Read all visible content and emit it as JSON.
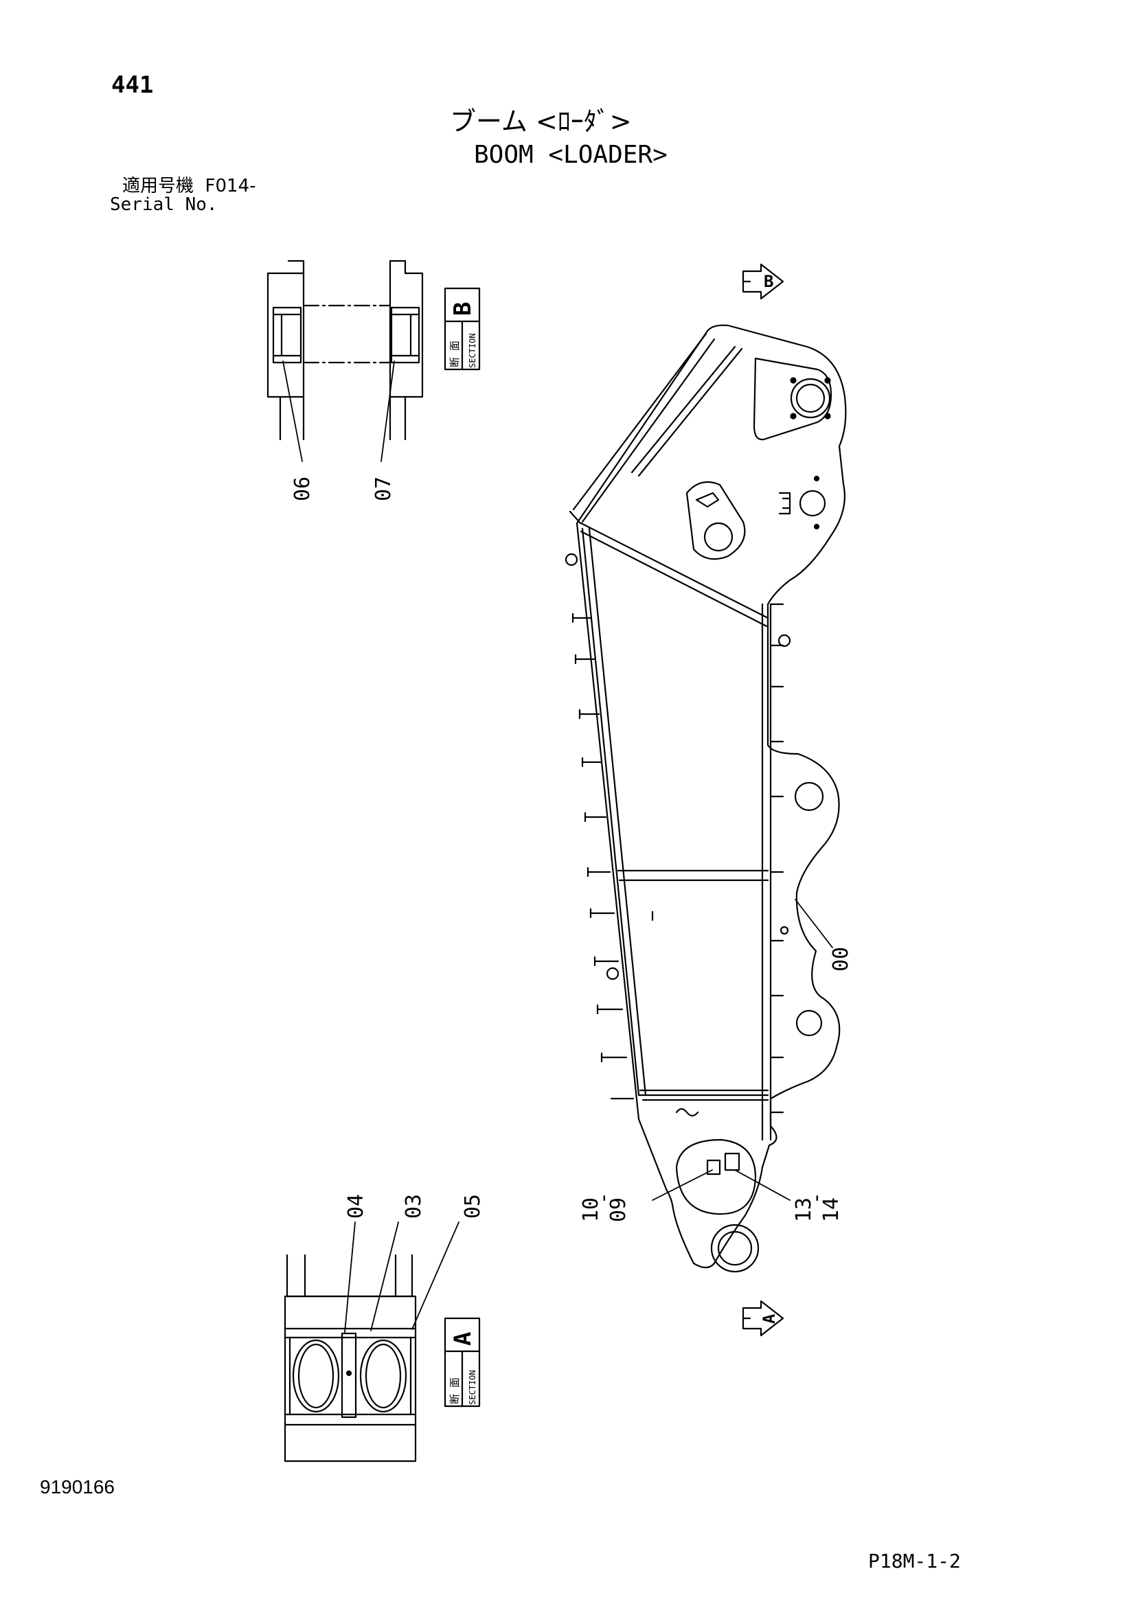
{
  "header": {
    "page_number": "441",
    "title_jp": "ブーム <ﾛｰﾀﾞ>",
    "title_en": "BOOM <LOADER>",
    "serial_label_jp": "適用号機",
    "serial_value": "F014-",
    "serial_label_en": "Serial No."
  },
  "section_b": {
    "letter": "B",
    "label_jp": "断 面",
    "label_en": "SECTION",
    "callouts": [
      "06",
      "07"
    ]
  },
  "section_a": {
    "letter": "A",
    "label_jp": "断 面",
    "label_en": "SECTION",
    "callouts": [
      "04",
      "03",
      "05"
    ]
  },
  "main_view": {
    "arrow_top": "B",
    "arrow_bottom": "A",
    "callouts": {
      "body": "00",
      "left_a": "10",
      "left_dash": "-",
      "left_b": "09",
      "right_a": "13",
      "right_dash": "-",
      "right_b": "14"
    }
  },
  "footer": {
    "drawing_number": "9190166",
    "sheet_code": "P18M-1-2"
  }
}
